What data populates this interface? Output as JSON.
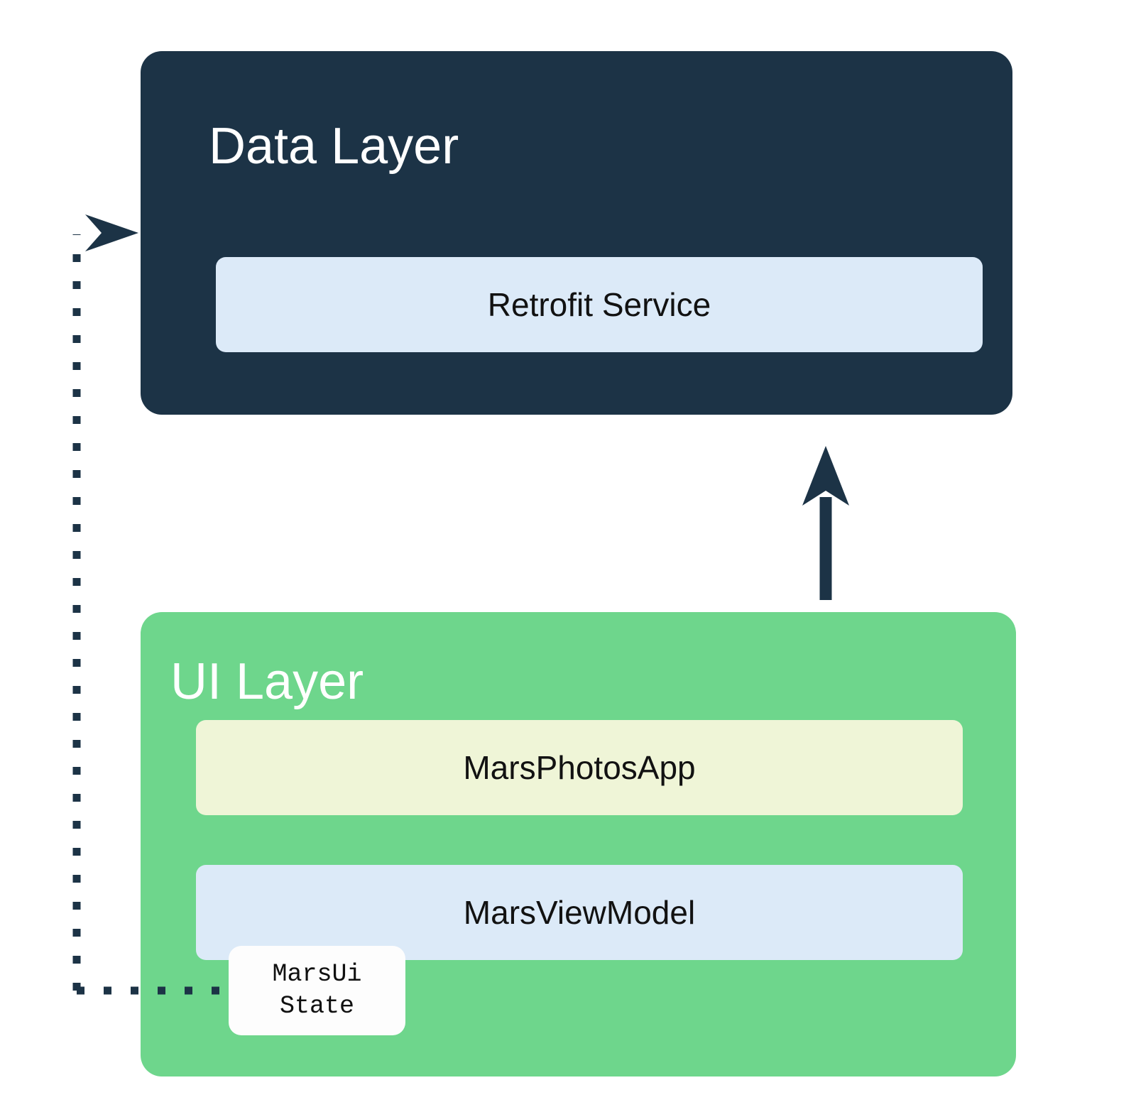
{
  "diagram": {
    "title_hidden": "",
    "layers": [
      {
        "id": "data-layer",
        "name": "Data Layer",
        "color": "#1c3346",
        "title_color": "#ffffff",
        "components": [
          {
            "id": "retrofit-service",
            "label": "Retrofit Service",
            "color": "#dceaf8"
          }
        ]
      },
      {
        "id": "ui-layer",
        "name": "UI Layer",
        "color": "#6ed68c",
        "title_color": "#ffffff",
        "components": [
          {
            "id": "mars-photos-app",
            "label": "MarsPhotosApp",
            "color": "#eff5d7"
          },
          {
            "id": "mars-view-model",
            "label": "MarsViewModel",
            "color": "#dceaf8"
          }
        ]
      }
    ],
    "callout": {
      "id": "mars-ui-state",
      "line1": "MarsUi",
      "line2": "State",
      "color": "#fdfdfd"
    },
    "connectors": [
      {
        "id": "view-model-to-data-layer",
        "style": "solid",
        "color": "#1c3346",
        "from": "UI Layer",
        "to": "Data Layer",
        "direction": "up"
      },
      {
        "id": "mars-ui-state-to-data-layer",
        "style": "dotted",
        "color": "#1c3346",
        "from": "MarsUiState",
        "to": "Data Layer",
        "direction": "up-left-right"
      }
    ]
  }
}
